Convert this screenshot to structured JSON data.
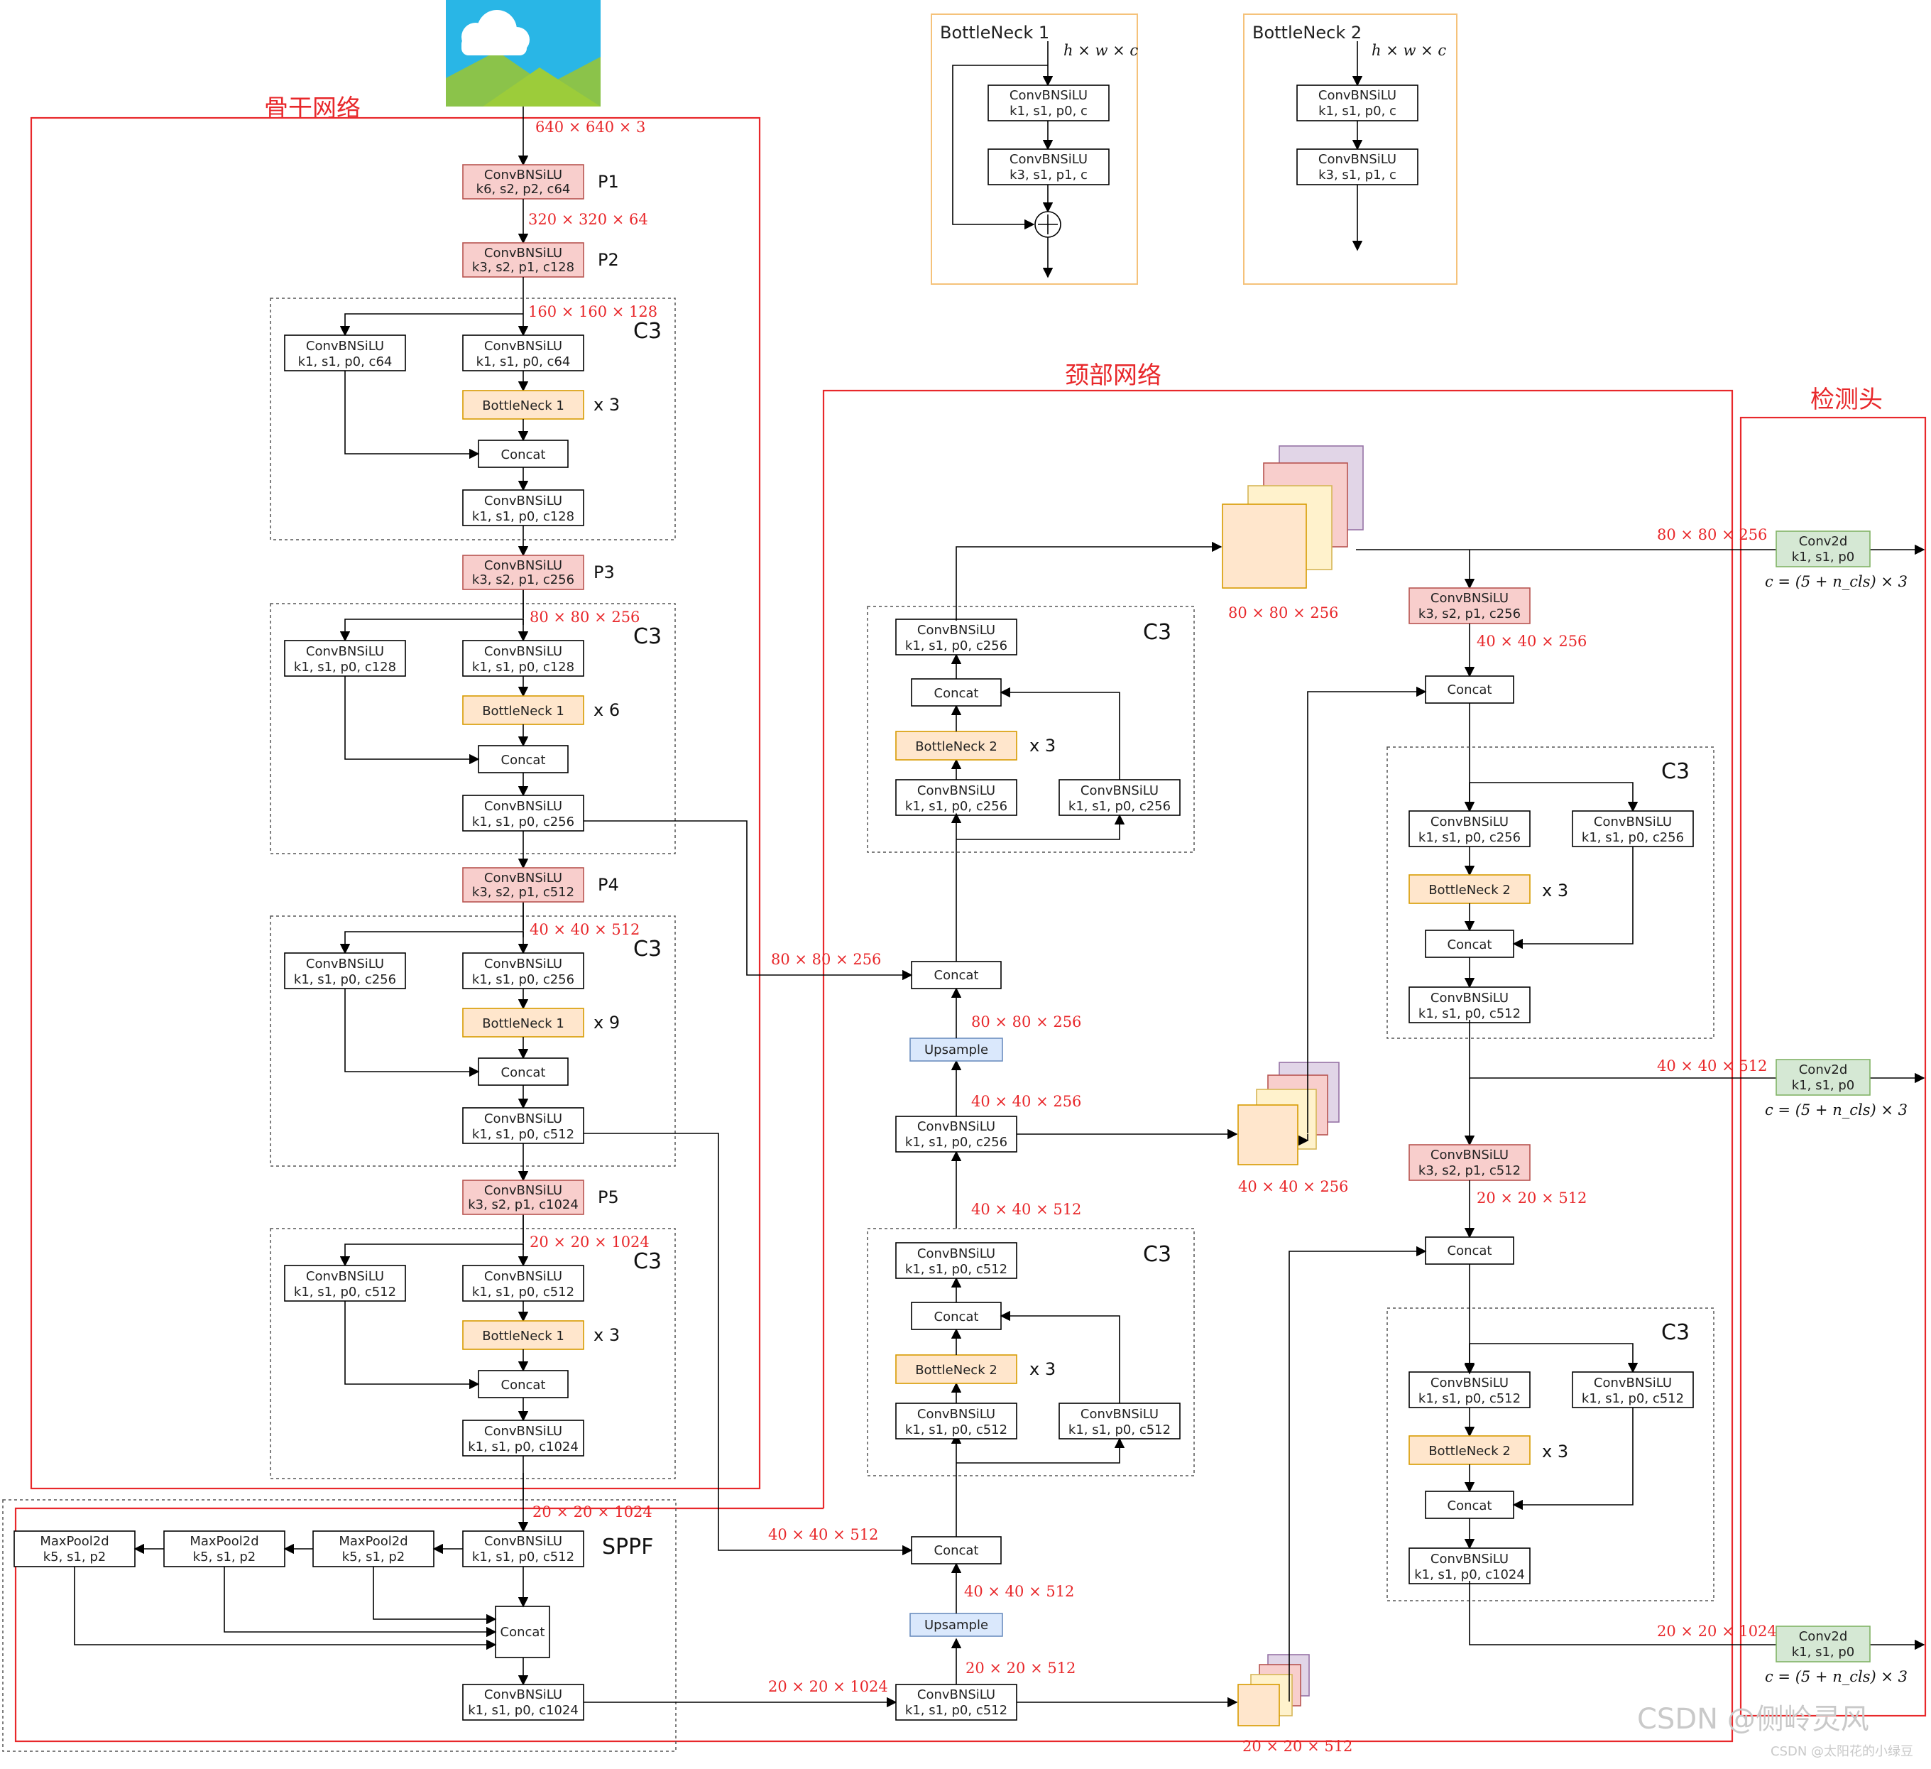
{
  "sections": {
    "backbone": "骨干网络",
    "neck": "颈部网络",
    "head": "检测头"
  },
  "labels": {
    "p1": "P1",
    "p2": "P2",
    "p3": "P3",
    "p4": "P4",
    "p5": "P5",
    "c3": "C3",
    "sppf": "SPPF",
    "x3": "x 3",
    "x6": "x 6",
    "x9": "x 9"
  },
  "dims": {
    "d640": "640 × 640 × 3",
    "d320": "320 × 320 × 64",
    "d160": "160 × 160 × 128",
    "d80_256": "80 × 80 × 256",
    "d40_512": "40 × 40 × 512",
    "d40_256": "40 × 40 × 256",
    "d20_1024": "20 × 20 × 1024",
    "d20_512": "20 × 20 × 512"
  },
  "nodes": {
    "conv": "ConvBNSiLU",
    "concat": "Concat",
    "upsample": "Upsample",
    "maxpool": "MaxPool2d",
    "maxpool_p": "k5, s1, p2",
    "bottleneck1": "BottleNeck 1",
    "bottleneck2": "BottleNeck 2",
    "conv2d": "Conv2d",
    "conv2d_p": "k1, s1, p0",
    "bn_p1": "k1, s1, p0, c",
    "bn_p2": "k3, s1, p1, c",
    "p_k6_c64": "k6, s2, p2, c64",
    "p_k3s2_c128": "k3, s2, p1, c128",
    "p_k3s2_c256": "k3, s2, p1, c256",
    "p_k3s2_c512": "k3, s2, p1, c512",
    "p_k3s2_c1024": "k3, s2, p1, c1024",
    "p_k1_c64": "k1, s1, p0, c64",
    "p_k1_c128": "k1, s1, p0, c128",
    "p_k1_c256": "k1, s1, p0, c256",
    "p_k1_c512": "k1, s1, p0, c512",
    "p_k1_c1024": "k1, s1, p0, c1024"
  },
  "bottleneck_panels": {
    "title1": "BottleNeck 1",
    "title2": "BottleNeck 2",
    "input": "h × w × c"
  },
  "head_formula": "c = (5 + n_cls) × 3",
  "watermark": {
    "main": "CSDN @侧岭灵风",
    "small": "CSDN @太阳花的小绿豆"
  },
  "colors": {
    "red_section": "#e8282b",
    "pink_node": "#f8cecc",
    "pink_border": "#b85450",
    "orange_node": "#ffe6cc",
    "orange_border": "#d79b00",
    "blue_node": "#dae8fc",
    "blue_border": "#6c8ebf",
    "green_node": "#d5e8d4",
    "green_border": "#82b366",
    "panel_border": "#f5c27a"
  }
}
